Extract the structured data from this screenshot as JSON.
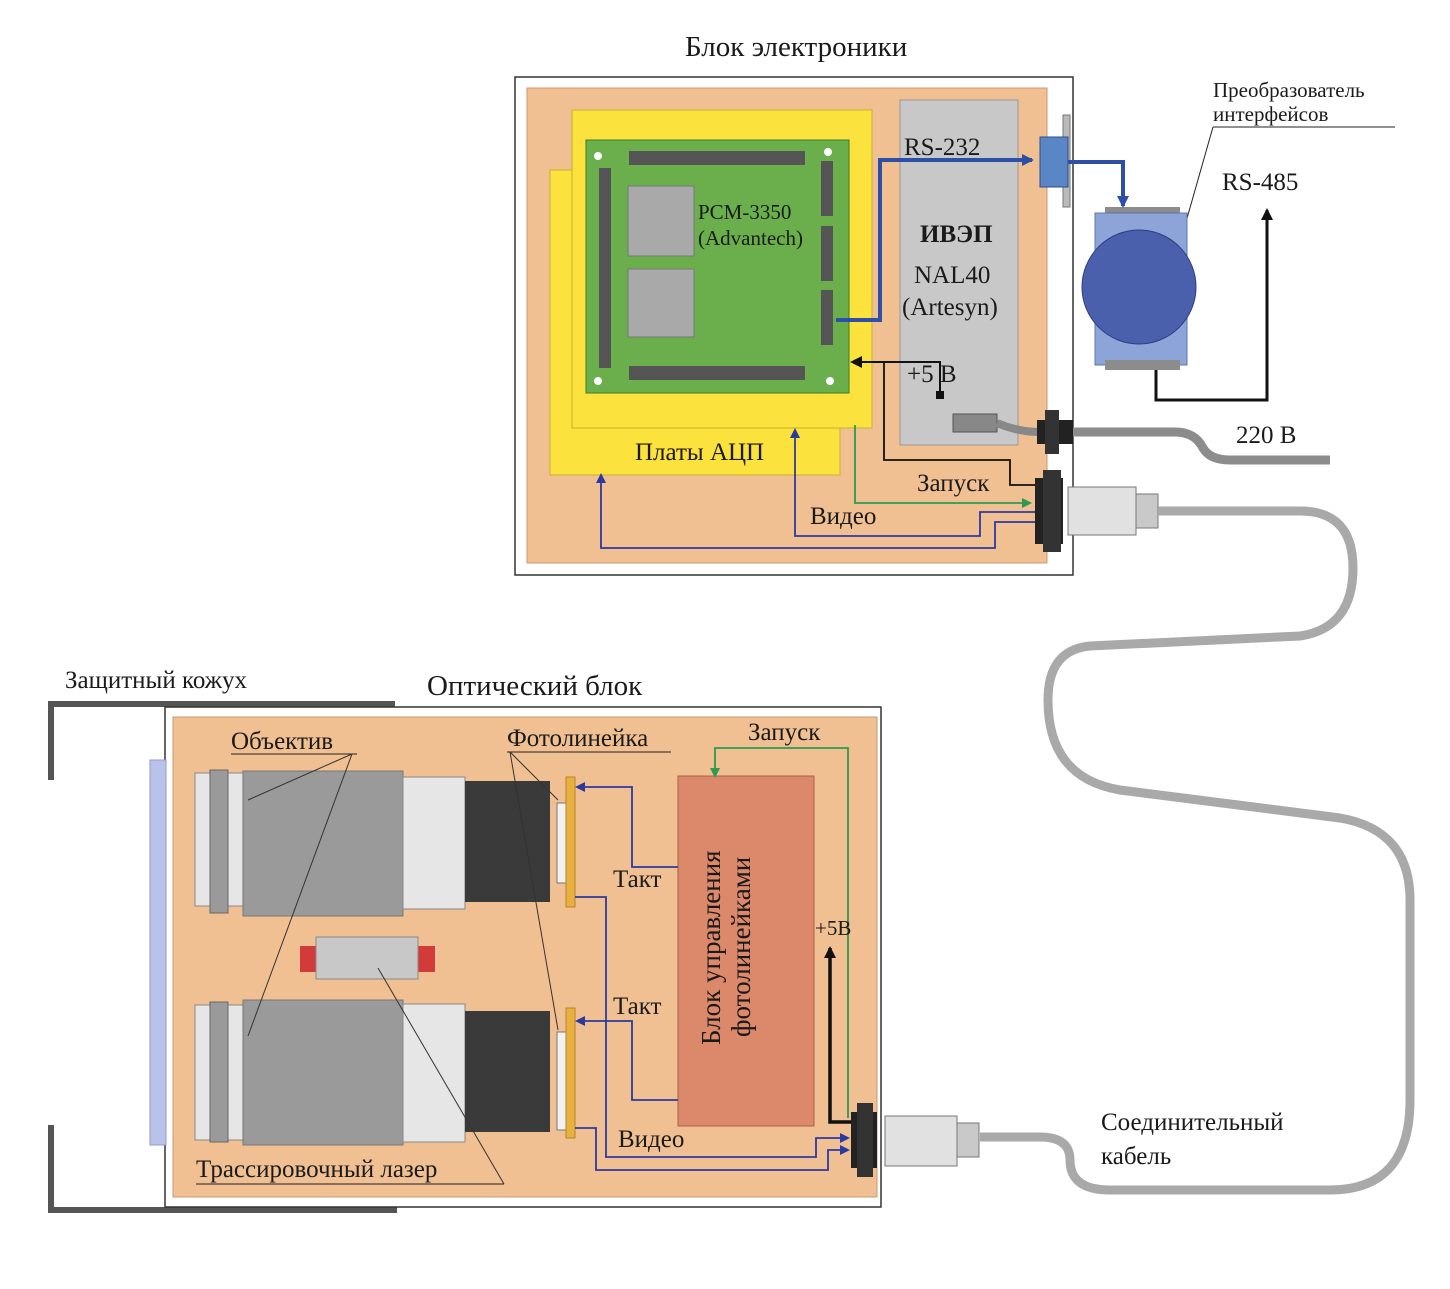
{
  "electronics_block": {
    "title": "Блок электроники",
    "board_name": "PCM-3350",
    "board_vendor": "(Advantech)",
    "psu_name": "ИВЭП",
    "psu_model": "NAL40",
    "psu_vendor": "(Artesyn)",
    "adc_boards": "Платы АЦП",
    "rs232": "RS-232",
    "plus5v": "+5 В",
    "trigger": "Запуск",
    "video": "Видео",
    "mains": "220 В"
  },
  "converter": {
    "label_line1": "Преобразователь",
    "label_line2": "интерфейсов",
    "rs485": "RS-485"
  },
  "optical_block": {
    "title": "Оптический блок",
    "housing": "Защитный кожух",
    "lens": "Объектив",
    "photoline": "Фотолинейка",
    "trigger": "Запуск",
    "control_unit_line1": "Блок управления",
    "control_unit_line2": "фотолинейками",
    "clock1": "Такт",
    "clock2": "Такт",
    "plus5v": "+5В",
    "video": "Видео",
    "laser": "Трассировочный лазер"
  },
  "cable": {
    "label_line1": "Соединительный",
    "label_line2": "кабель"
  },
  "colors": {
    "panel": "#f0c093",
    "adc": "#fbe23c",
    "pcb": "#6aaf4c",
    "psu": "#c8c8c8",
    "control": "#dc886a",
    "blue_signal": "#2b3aa0",
    "green_signal": "#2e9a50",
    "cable": "#a9a9a9"
  }
}
